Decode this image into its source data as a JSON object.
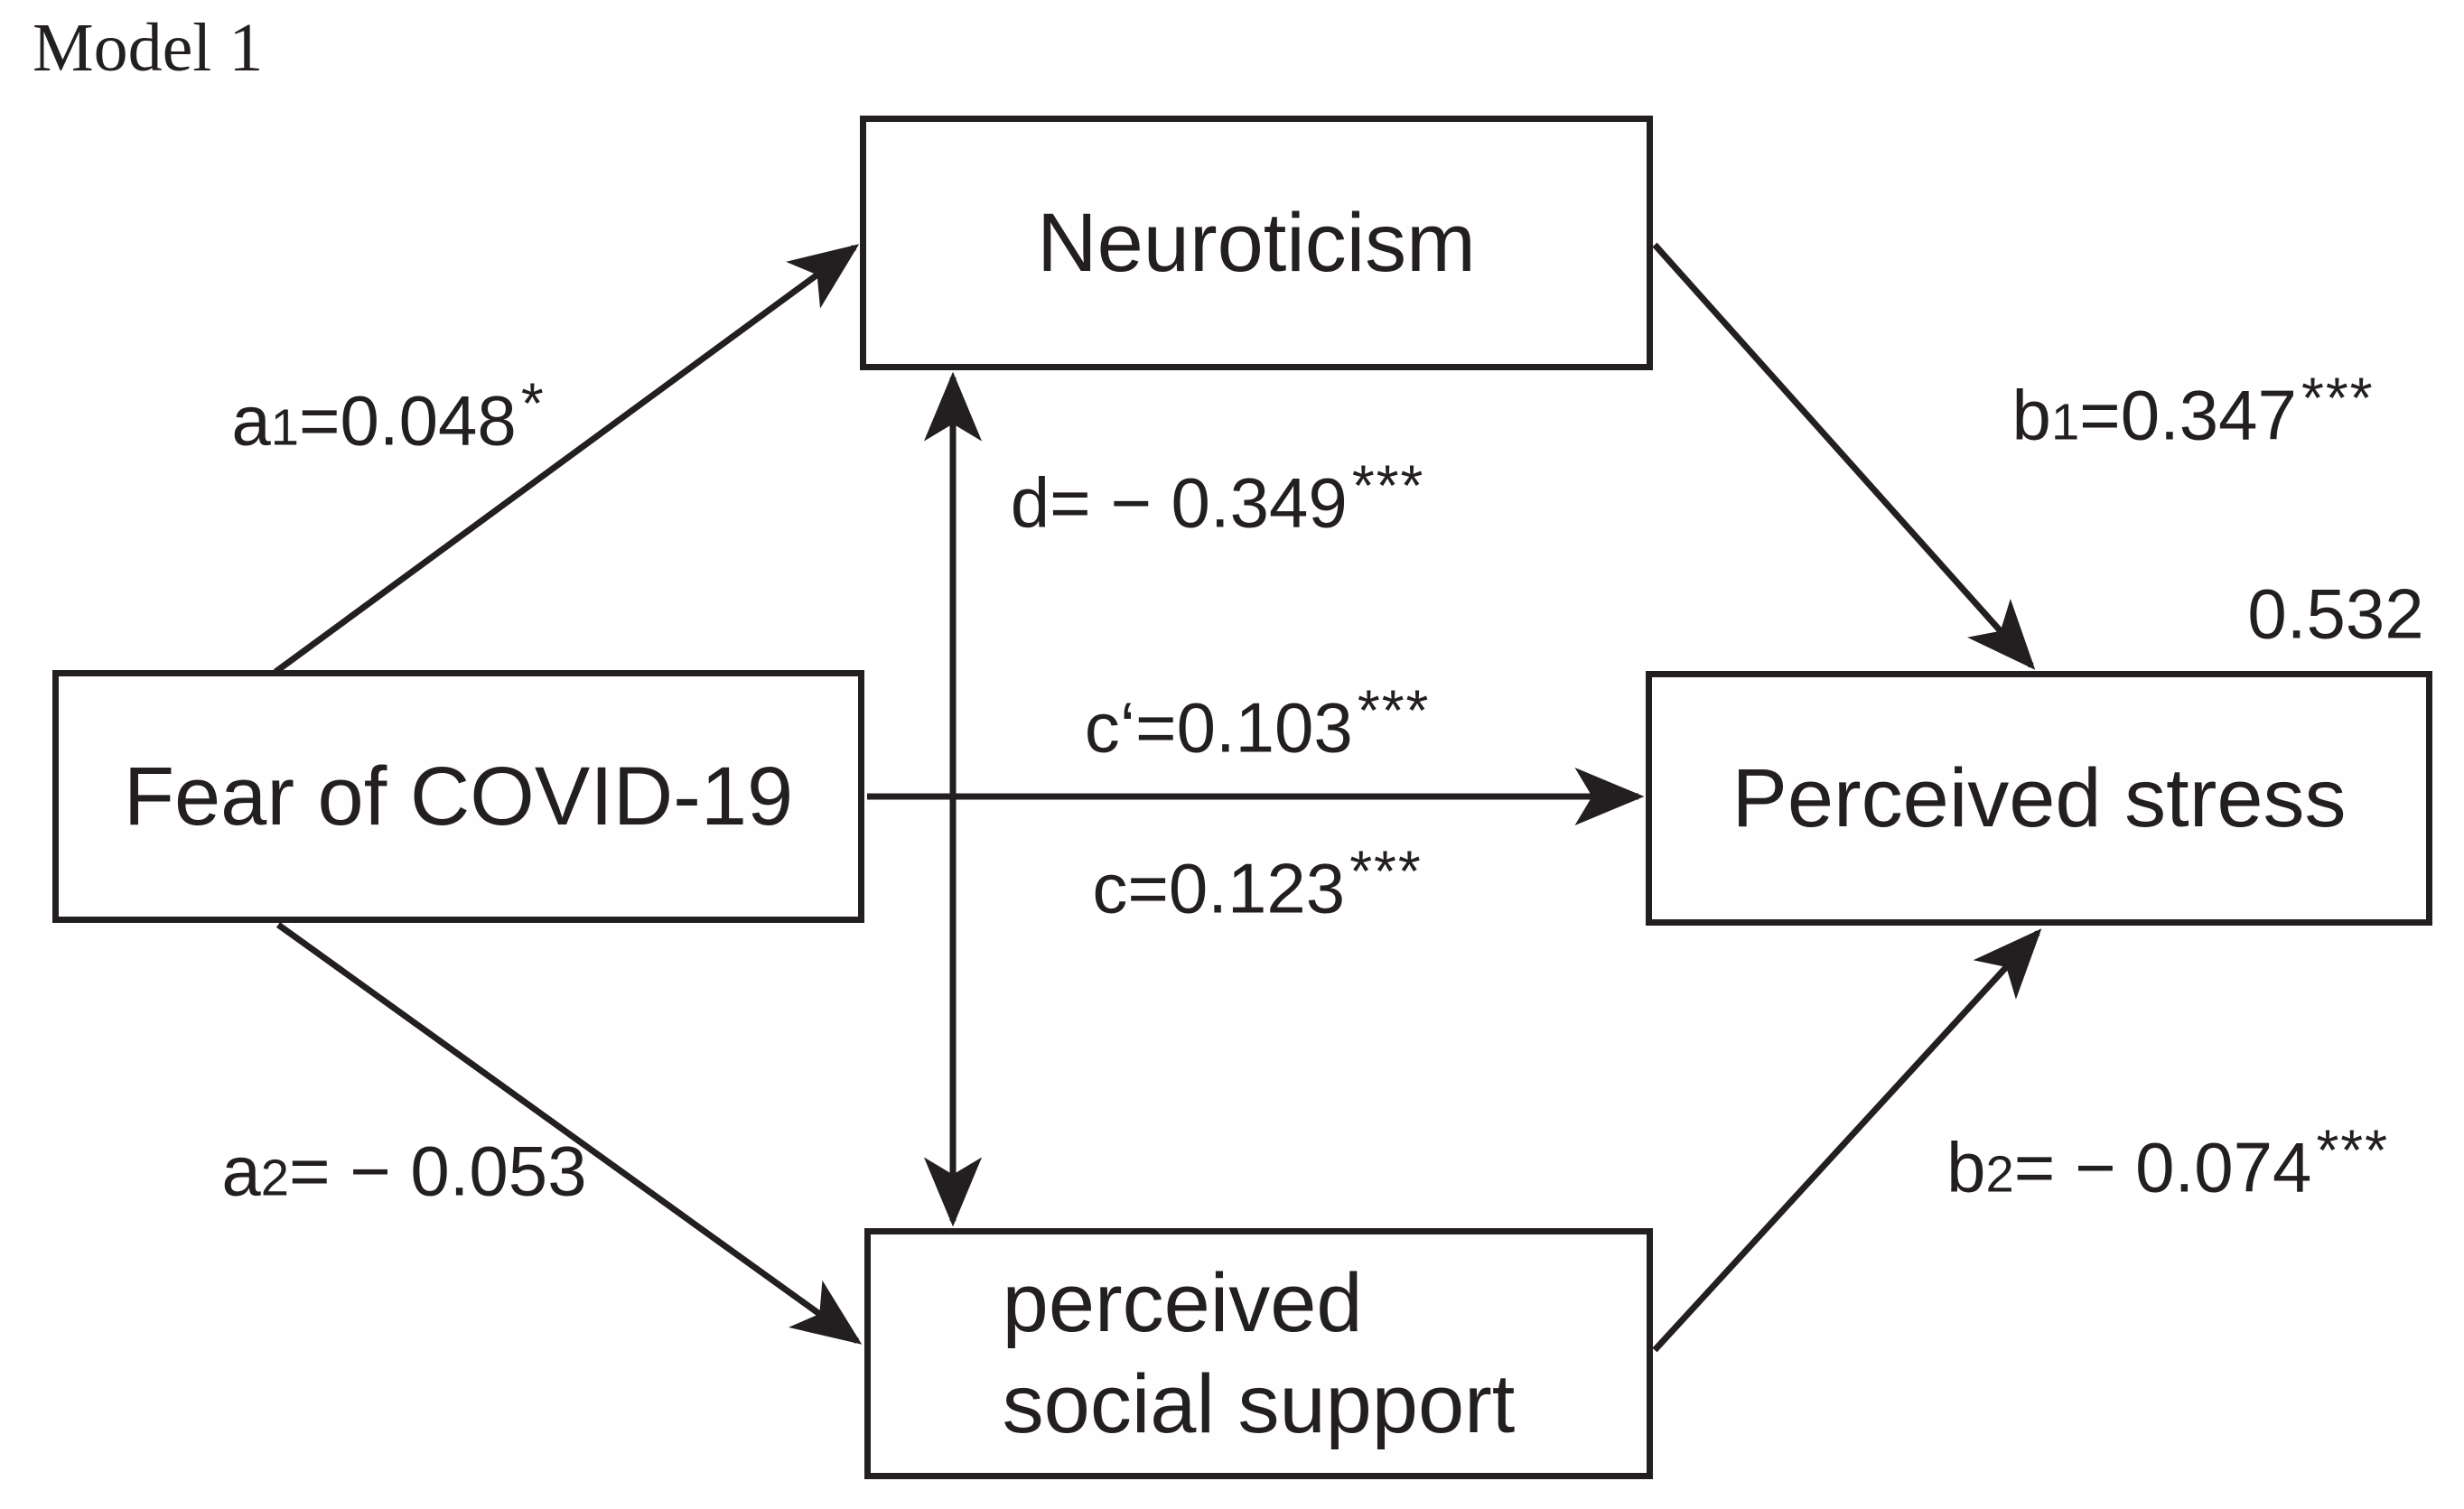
{
  "title": "Model 1",
  "nodes": {
    "neuroticism": {
      "label": "Neuroticism"
    },
    "fear": {
      "label": "Fear of COVID-19"
    },
    "stress": {
      "label": "Perceived stress",
      "residual": "0.532"
    },
    "support": {
      "label_line1": "perceived",
      "label_line2": "social support"
    }
  },
  "paths": {
    "a1": {
      "var": "a",
      "sub": "1",
      "eq_value": "=0.048",
      "stars": "*"
    },
    "b1": {
      "var": "b",
      "sub": "1",
      "eq_value": "=0.347",
      "stars": "***"
    },
    "c_prime": {
      "var": "c‘",
      "sub": "",
      "eq_value": "=0.103",
      "stars": "***"
    },
    "c": {
      "var": "c",
      "sub": "",
      "eq_value": "=0.123",
      "stars": "***"
    },
    "d": {
      "var": "d",
      "sub": "",
      "eq_value": "= − 0.349",
      "stars": "***"
    },
    "a2": {
      "var": "a",
      "sub": "2",
      "eq_value": "= − 0.053",
      "stars": ""
    },
    "b2": {
      "var": "b",
      "sub": "2",
      "eq_value": "= − 0.074",
      "stars": "***"
    }
  },
  "colors": {
    "ink": "#231f20",
    "background": "#ffffff"
  }
}
